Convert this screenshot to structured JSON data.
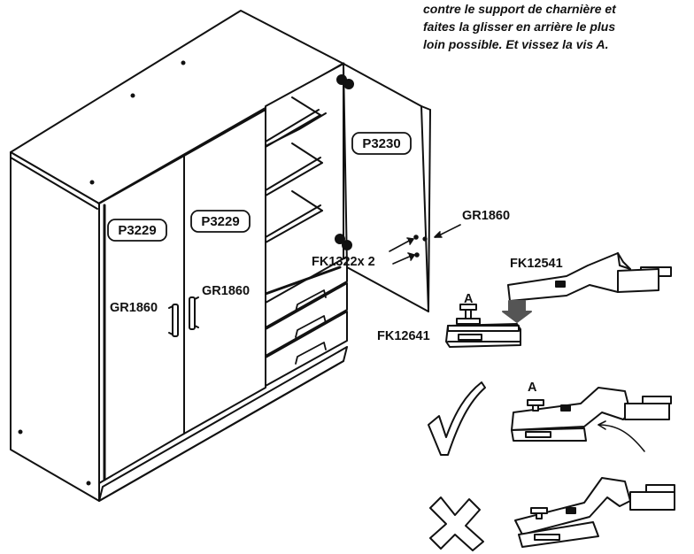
{
  "instruction": {
    "lines": [
      "contre le support de charnière et",
      "faites la glisser en arrière le plus",
      "loin possible. Et vissez la vis A."
    ]
  },
  "panels": {
    "left_door": "P3229",
    "middle_door": "P3229",
    "right_door": "P3230"
  },
  "hardware": {
    "handle_left": "GR1860",
    "handle_middle": "GR1860",
    "handle_door": "GR1860",
    "screws": "FK1322x 2",
    "hinge_arm": "FK12541",
    "hinge_plate": "FK12641",
    "screw_a_1": "A",
    "screw_a_2": "A"
  },
  "symbols": {
    "correct": "check-mark-icon",
    "wrong": "cross-mark-icon"
  }
}
